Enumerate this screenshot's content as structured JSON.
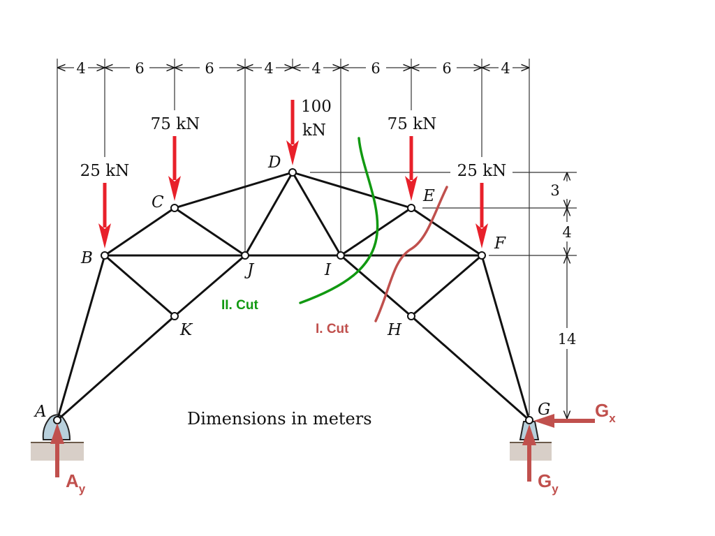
{
  "dimensions": {
    "horizontal_segments": [
      "4",
      "6",
      "6",
      "4",
      "4",
      "6",
      "6",
      "4"
    ],
    "vertical_segments": [
      "3",
      "4",
      "14"
    ],
    "caption": "Dimensions in meters"
  },
  "loads": {
    "B": "25 kN",
    "C": "75 kN",
    "D_line1": "100",
    "D_line2": "kN",
    "E": "75 kN",
    "F": "25 kN"
  },
  "nodes": [
    "A",
    "B",
    "C",
    "D",
    "E",
    "F",
    "G",
    "H",
    "I",
    "J",
    "K"
  ],
  "cuts": {
    "cut1": "I. Cut",
    "cut2": "II. Cut"
  },
  "reactions": {
    "Ay": {
      "main": "A",
      "sub": "y"
    },
    "Gx": {
      "main": "G",
      "sub": "x"
    },
    "Gy": {
      "main": "G",
      "sub": "y"
    }
  },
  "colors": {
    "load_arrow": "#e8202a",
    "reaction": "#c0504d",
    "cut1": "#c0504d",
    "cut2": "#119911",
    "member": "#111111",
    "support_fill": "#b8d0dc",
    "ground": "#b8a89a"
  }
}
